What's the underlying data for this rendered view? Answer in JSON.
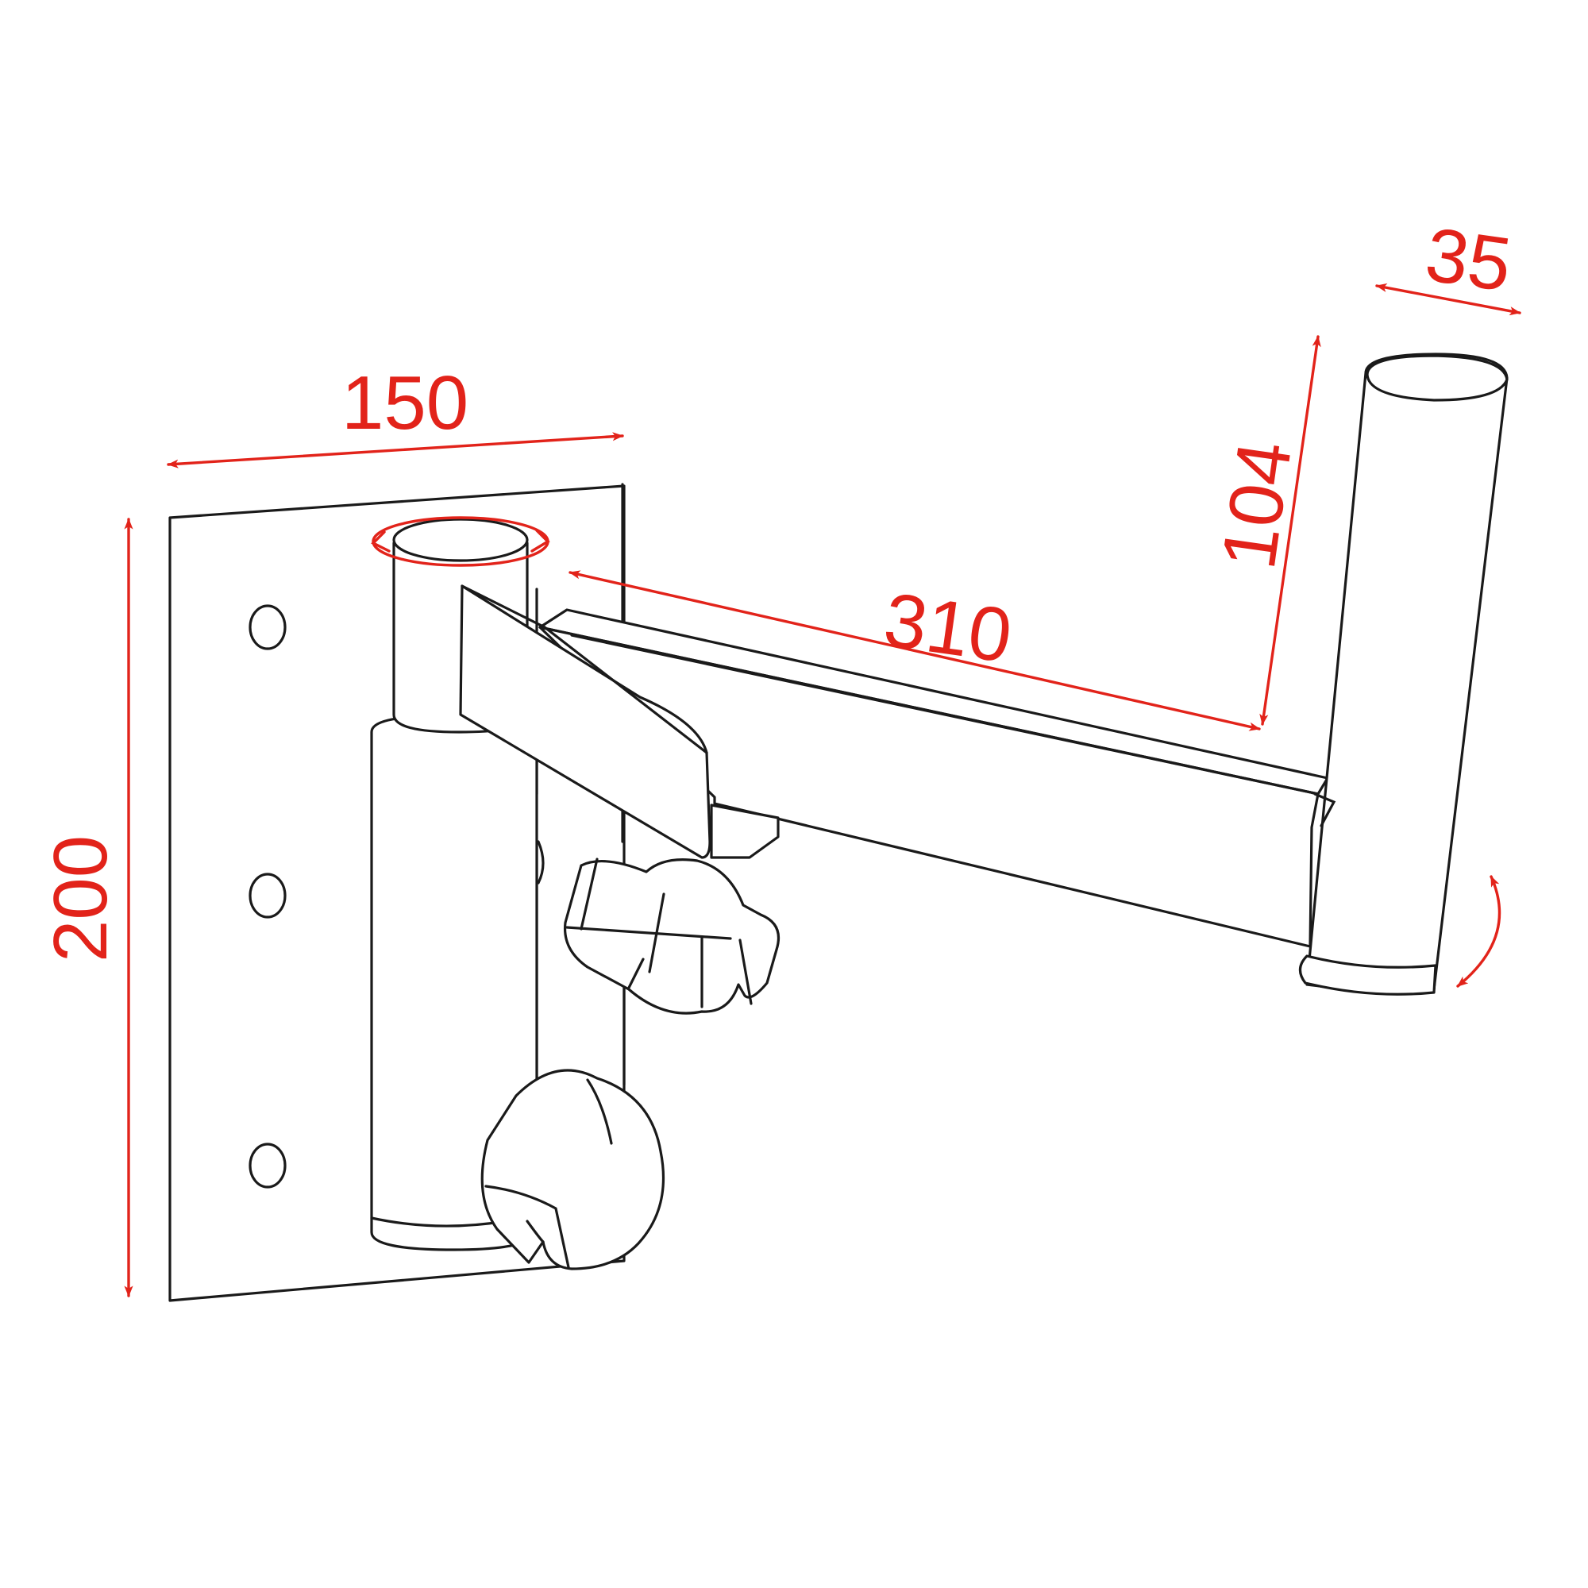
{
  "drawing": {
    "subject": "Wall mount bracket with swivel arm",
    "accent_color": "#e2231a",
    "line_color": "#1a1a1a",
    "dimensions": {
      "plate_width": "150",
      "plate_height": "200",
      "arm_length": "310",
      "pole_height": "104",
      "pole_diameter": "35"
    }
  }
}
